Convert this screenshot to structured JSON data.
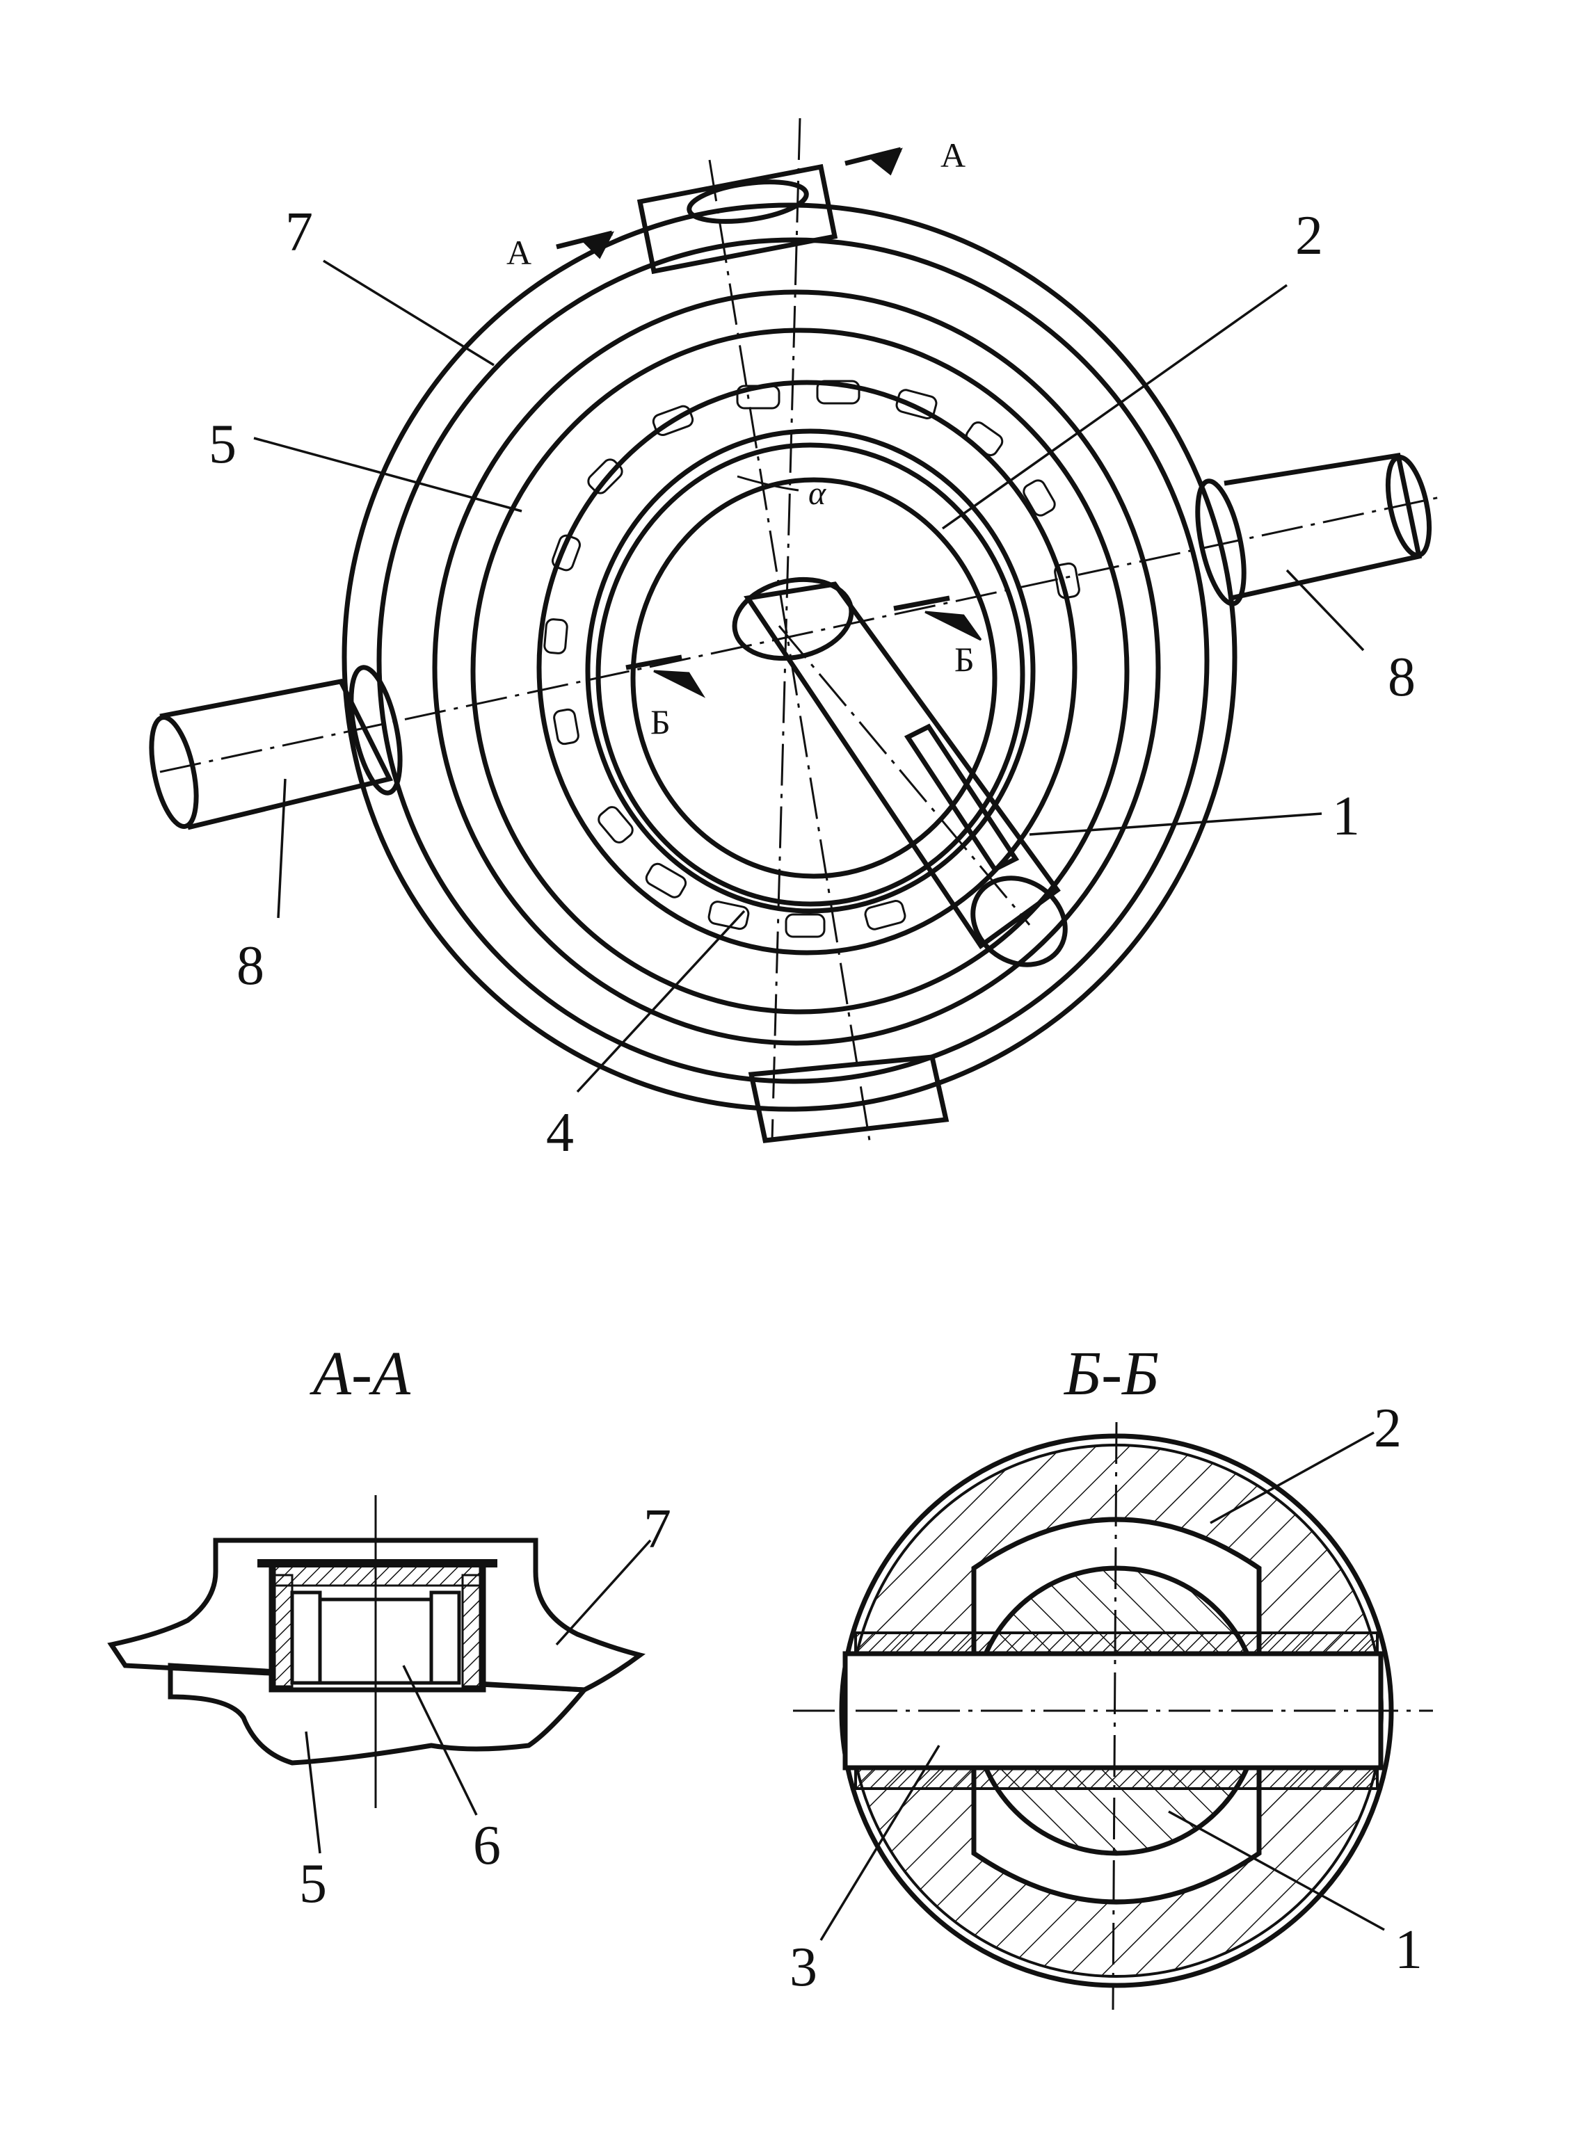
{
  "labels": {
    "l1": "1",
    "l2": "2",
    "l4": "4",
    "l5": "5",
    "l7": "7",
    "l8_right": "8",
    "l8_left": "8",
    "cut_a_1": "А",
    "cut_a_2": "А",
    "cut_b_1": "Б",
    "cut_b_2": "Б",
    "angle": "α"
  },
  "section_aa": {
    "title": "А-А",
    "l5": "5",
    "l6": "6",
    "l7": "7"
  },
  "section_bb": {
    "title": "Б-Б",
    "l1": "1",
    "l2": "2",
    "l3": "3"
  }
}
